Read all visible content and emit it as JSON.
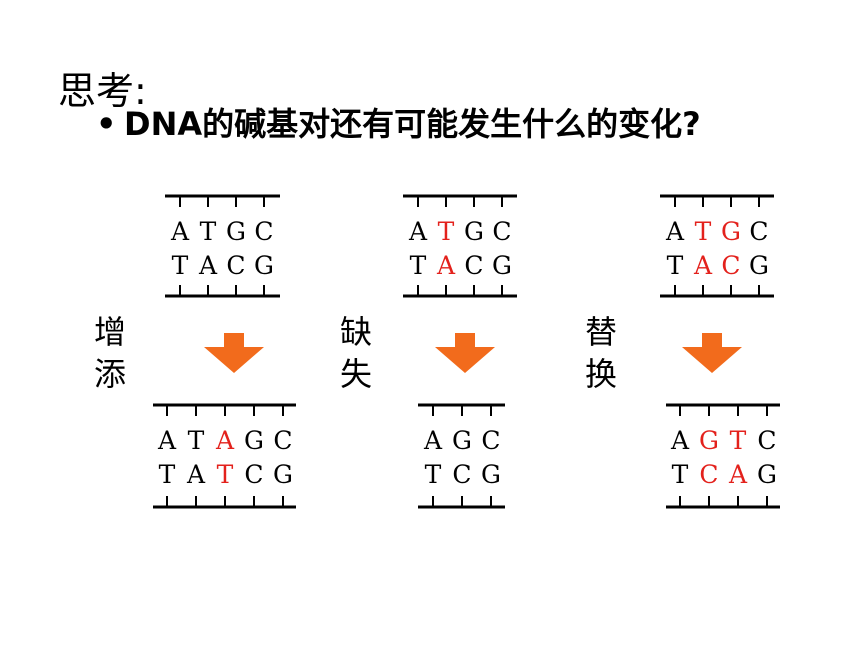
{
  "title": "思考:",
  "question": {
    "bullet": "•",
    "text": "DNA的碱基对还有可能发生什么的变化?"
  },
  "colors": {
    "arrow": "#f26b1c",
    "highlight": "#e3211c",
    "base": "#000000"
  },
  "operations": [
    {
      "label_line1": "增",
      "label_line2": "添",
      "before": {
        "top": [
          {
            "b": "A",
            "hl": false
          },
          {
            "b": "T",
            "hl": false
          },
          {
            "b": "G",
            "hl": false
          },
          {
            "b": "C",
            "hl": false
          }
        ],
        "bottom": [
          {
            "b": "T",
            "hl": false
          },
          {
            "b": "A",
            "hl": false
          },
          {
            "b": "C",
            "hl": false
          },
          {
            "b": "G",
            "hl": false
          }
        ]
      },
      "after": {
        "top": [
          {
            "b": "A",
            "hl": false
          },
          {
            "b": "T",
            "hl": false
          },
          {
            "b": "A",
            "hl": true
          },
          {
            "b": "G",
            "hl": false
          },
          {
            "b": "C",
            "hl": false
          }
        ],
        "bottom": [
          {
            "b": "T",
            "hl": false
          },
          {
            "b": "A",
            "hl": false
          },
          {
            "b": "T",
            "hl": true
          },
          {
            "b": "C",
            "hl": false
          },
          {
            "b": "G",
            "hl": false
          }
        ]
      }
    },
    {
      "label_line1": "缺",
      "label_line2": "失",
      "before": {
        "top": [
          {
            "b": "A",
            "hl": false
          },
          {
            "b": "T",
            "hl": true
          },
          {
            "b": "G",
            "hl": false
          },
          {
            "b": "C",
            "hl": false
          }
        ],
        "bottom": [
          {
            "b": "T",
            "hl": false
          },
          {
            "b": "A",
            "hl": true
          },
          {
            "b": "C",
            "hl": false
          },
          {
            "b": "G",
            "hl": false
          }
        ]
      },
      "after": {
        "top": [
          {
            "b": "A",
            "hl": false
          },
          {
            "b": "G",
            "hl": false
          },
          {
            "b": "C",
            "hl": false
          }
        ],
        "bottom": [
          {
            "b": "T",
            "hl": false
          },
          {
            "b": "C",
            "hl": false
          },
          {
            "b": "G",
            "hl": false
          }
        ]
      }
    },
    {
      "label_line1": "替",
      "label_line2": "换",
      "before": {
        "top": [
          {
            "b": "A",
            "hl": false
          },
          {
            "b": "T",
            "hl": true
          },
          {
            "b": "G",
            "hl": true
          },
          {
            "b": "C",
            "hl": false
          }
        ],
        "bottom": [
          {
            "b": "T",
            "hl": false
          },
          {
            "b": "A",
            "hl": true
          },
          {
            "b": "C",
            "hl": true
          },
          {
            "b": "G",
            "hl": false
          }
        ]
      },
      "after": {
        "top": [
          {
            "b": "A",
            "hl": false
          },
          {
            "b": "G",
            "hl": true
          },
          {
            "b": "T",
            "hl": true
          },
          {
            "b": "C",
            "hl": false
          }
        ],
        "bottom": [
          {
            "b": "T",
            "hl": false
          },
          {
            "b": "C",
            "hl": true
          },
          {
            "b": "A",
            "hl": true
          },
          {
            "b": "G",
            "hl": false
          }
        ]
      }
    }
  ]
}
